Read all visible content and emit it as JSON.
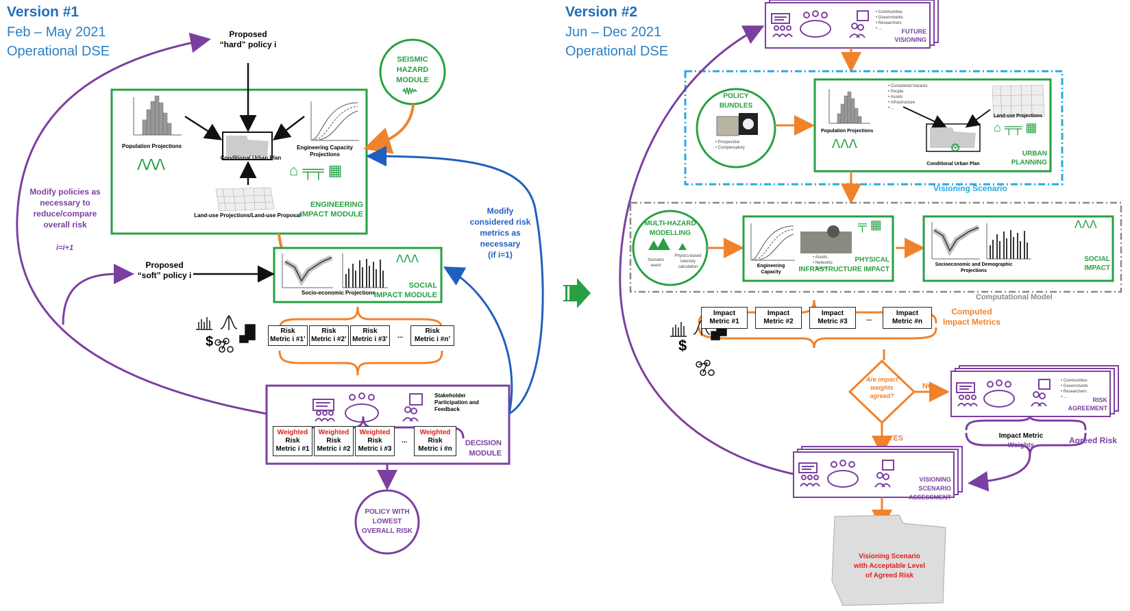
{
  "v1": {
    "title": "Version #1",
    "dates": "Feb – May 2021",
    "sub": "Operational DSE",
    "hard_policy": [
      "Proposed",
      "“hard” policy i"
    ],
    "soft_policy": [
      "Proposed",
      "“soft” policy i"
    ],
    "seismic": [
      "SEISMIC",
      "HAZARD",
      "MODULE"
    ],
    "pop_proj": "Population Projections",
    "cond_plan": "Conditional Urban Plan",
    "eng_cap": [
      "Engineering Capacity",
      "Projections"
    ],
    "landuse": "Land-use Projections/Land-use Proposal",
    "eng_module": [
      "ENGINEERING",
      "IMPACT MODULE"
    ],
    "modify_policies": [
      "Modify policies as",
      "necessary to",
      "reduce/compare",
      "overall risk"
    ],
    "iter": "i=i+1",
    "modify_metrics": [
      "Modify",
      "considered risk",
      "metrics as",
      "necessary",
      "(if i=1)"
    ],
    "socio_proj": "Socio-economic Projections",
    "social_module": [
      "SOCIAL",
      "IMPACT MODULE"
    ],
    "risk_metrics": [
      [
        "Risk",
        "Metric i #1’"
      ],
      [
        "Risk",
        "Metric i #2’"
      ],
      [
        "Risk",
        "Metric i #3’"
      ],
      [
        "Risk",
        "Metric i #n’"
      ]
    ],
    "ellipsis": "...",
    "stakeholder": [
      "Stakeholder",
      "Participation and",
      "Feedback"
    ],
    "weighted": [
      [
        "Weighted",
        "Risk",
        "Metric i #1"
      ],
      [
        "Weighted",
        "Risk",
        "Metric i #2"
      ],
      [
        "Weighted",
        "Risk",
        "Metric i #3"
      ],
      [
        "Weighted",
        "Risk",
        "Metric i #n"
      ]
    ],
    "decision_module": [
      "DECISION",
      "MODULE"
    ],
    "policy_lowest": [
      "POLICY WITH",
      "LOWEST",
      "OVERALL RISK"
    ]
  },
  "v2": {
    "title": "Version #2",
    "dates": "Jun – Dec 2021",
    "sub": "Operational DSE",
    "future_visioning": [
      "FUTURE",
      "VISIONING"
    ],
    "stakeholders_list": [
      "Communities",
      "Governments",
      "Researchers",
      "..."
    ],
    "policy_bundles": [
      "POLICY",
      "BUNDLES"
    ],
    "policy_types": [
      "Prospective",
      "Compensatory"
    ],
    "considered": [
      "Considered hazards",
      "People",
      "Assets",
      "Infrastructure",
      "..."
    ],
    "pop_proj": "Population Projections",
    "landuse": "Land-use Projections",
    "cond_plan": "Conditional Urban Plan",
    "urban_planning": [
      "URBAN",
      "PLANNING"
    ],
    "visioning_scenario": "Visioning Scenario",
    "multi_hazard": [
      "MULTI-HAZARD",
      "MODELLING"
    ],
    "scenario_event": [
      "Scenario",
      "event"
    ],
    "physics": [
      "Physics-based",
      "intensity",
      "calculation"
    ],
    "eng_capacity": [
      "Engineering",
      "Capacity"
    ],
    "assets_list": [
      "Assets",
      "Networks",
      "Nature"
    ],
    "physical": "PHYSICAL",
    "infra_impact": "INFRASTRUCTURE IMPACT",
    "socio_demo": [
      "Socioeconomic and Demographic",
      "Projections"
    ],
    "social_impact": [
      "SOCIAL",
      "IMPACT"
    ],
    "computational_model": "Computational Model",
    "impact_metrics": [
      [
        "Impact",
        "Metric #1"
      ],
      [
        "Impact",
        "Metric #2"
      ],
      [
        "Impact",
        "Metric #3"
      ],
      [
        "Impact",
        "Metric #n"
      ]
    ],
    "ellipsis": "...",
    "computed": [
      "Computed",
      "Impact Metrics"
    ],
    "decision_q": [
      "Are impact",
      "weights",
      "agreed?"
    ],
    "no": "NO",
    "yes": "YES",
    "risk_agreement": [
      "RISK",
      "AGREEMENT"
    ],
    "impact_weights": [
      "Impact Metric",
      "Weights"
    ],
    "agreed_risk": "Agreed Risk",
    "vis_assessment": [
      "VISIONING",
      "SCENARIO",
      "ASSESSMENT"
    ],
    "final": [
      "Visioning Scenario",
      "with Acceptable Level",
      "of Agreed Risk"
    ]
  },
  "colors": {
    "green": "#27a044",
    "purple": "#7b3fa0",
    "blue": "#1f5fbf",
    "orange": "#f0822c",
    "cyan": "#2aa8e0",
    "red": "#e0201c",
    "grey": "#8a8a8a"
  }
}
